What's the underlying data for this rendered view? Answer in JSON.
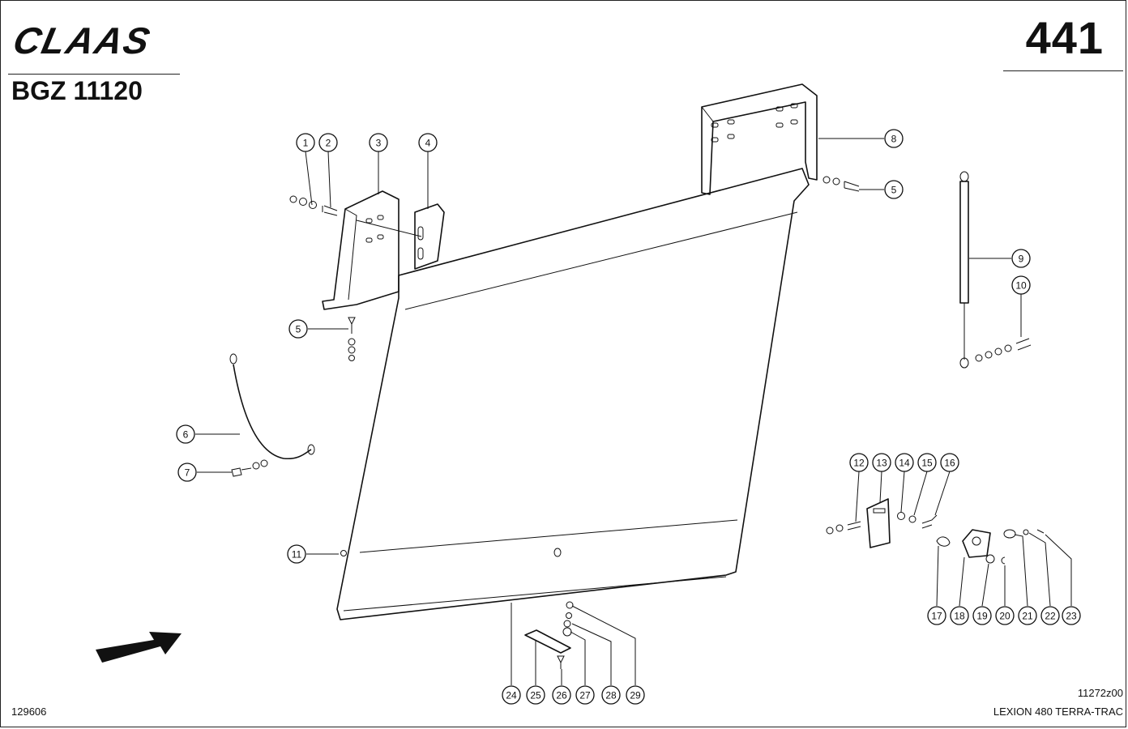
{
  "header": {
    "brand": "CLAAS",
    "page_number": "441",
    "doc_code": "BGZ 11120"
  },
  "footer": {
    "left_id": "129606",
    "drawing_ref": "11272z00",
    "model": "LEXION 480 TERRA-TRAC"
  },
  "callouts": [
    {
      "label": "1"
    },
    {
      "label": "2"
    },
    {
      "label": "3"
    },
    {
      "label": "4"
    },
    {
      "label": "5"
    },
    {
      "label": "5"
    },
    {
      "label": "6"
    },
    {
      "label": "7"
    },
    {
      "label": "8"
    },
    {
      "label": "5"
    },
    {
      "label": "9"
    },
    {
      "label": "10"
    },
    {
      "label": "11"
    },
    {
      "label": "12"
    },
    {
      "label": "13"
    },
    {
      "label": "14"
    },
    {
      "label": "15"
    },
    {
      "label": "16"
    },
    {
      "label": "17"
    },
    {
      "label": "18"
    },
    {
      "label": "19"
    },
    {
      "label": "20"
    },
    {
      "label": "21"
    },
    {
      "label": "22"
    },
    {
      "label": "23"
    },
    {
      "label": "24"
    },
    {
      "label": "25"
    },
    {
      "label": "26"
    },
    {
      "label": "27"
    },
    {
      "label": "28"
    },
    {
      "label": "29"
    }
  ]
}
